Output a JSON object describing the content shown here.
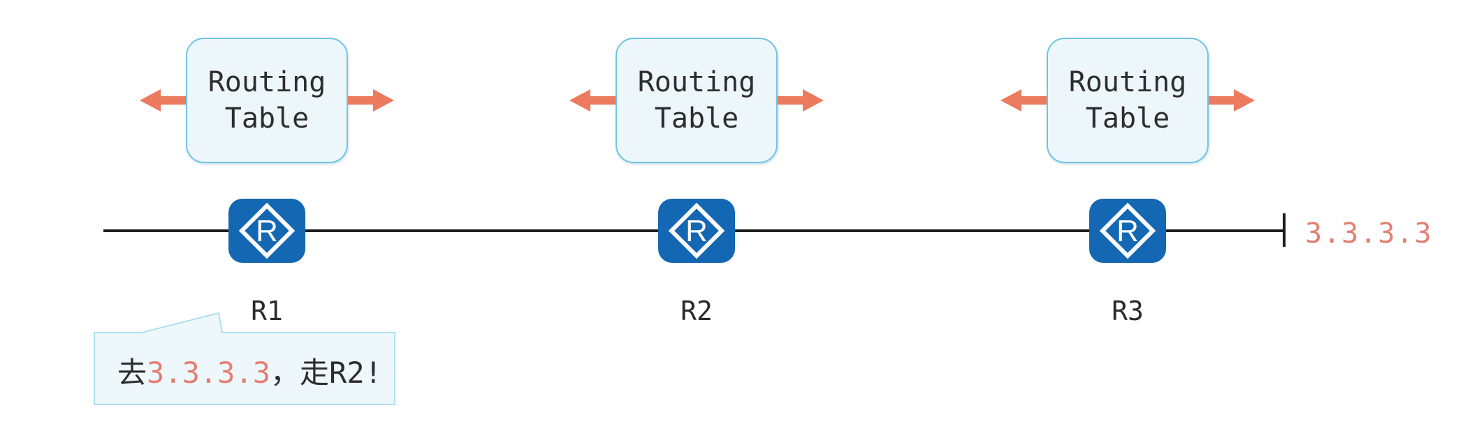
{
  "colors": {
    "accent_salmon_arrow": "#ec7a5e",
    "salmon_text": "#e37f72",
    "router_blue": "#1467b2",
    "routing_box_border": "#6ec5e8",
    "routing_box_fill": "#edf7fb",
    "callout_border": "#aedff0",
    "callout_fill": "#eef8fc",
    "link_line": "#1c1c1c",
    "text_dark": "#2d2d2d"
  },
  "routers": [
    {
      "name": "R1",
      "table_line1": "Routing",
      "table_line2": "Table"
    },
    {
      "name": "R2",
      "table_line1": "Routing",
      "table_line2": "Table"
    },
    {
      "name": "R3",
      "table_line1": "Routing",
      "table_line2": "Table"
    }
  ],
  "router_icon": {
    "letter": "R"
  },
  "destination": {
    "label": "3.3.3.3"
  },
  "callout": {
    "prefix": "去",
    "ip": "3.3.3.3",
    "suffix": "，走R2!"
  }
}
